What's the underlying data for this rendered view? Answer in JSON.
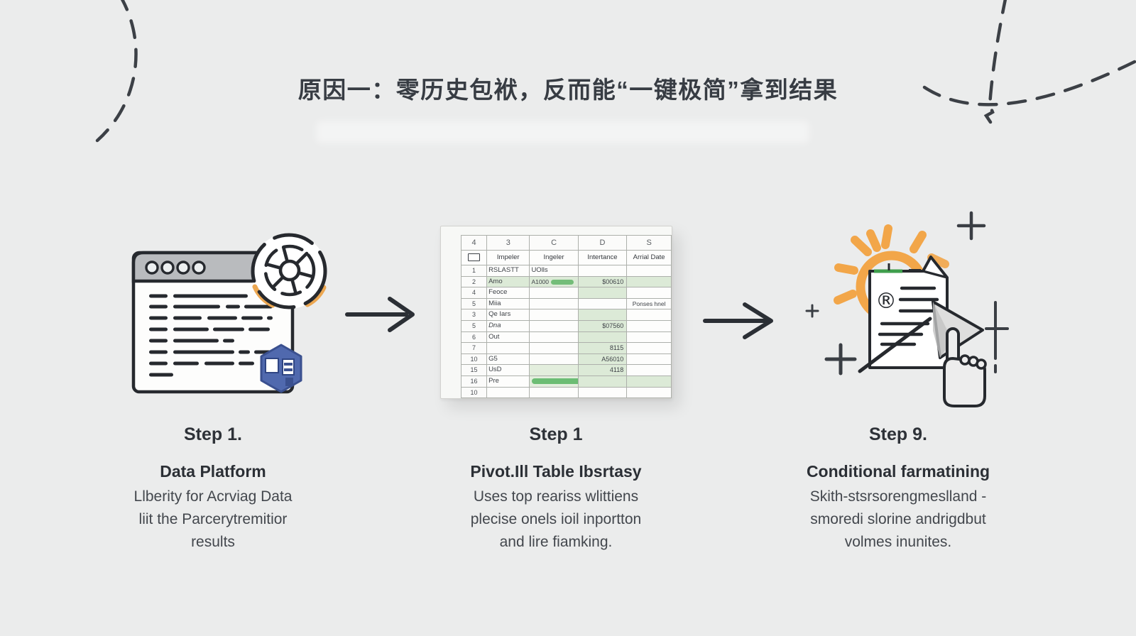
{
  "title": "原因一：零历史包袱，反而能“一键极简”拿到结果",
  "steps": [
    {
      "label": "Step 1.",
      "heading": "Data Platform",
      "lines": [
        "Llberity for Acrviag Data",
        "liit the Parcerytremitior",
        "results"
      ]
    },
    {
      "label": "Step 1",
      "heading": "Pivot.Ill Table Ibsrtasy",
      "lines": [
        "Uses top reariss wlittiens",
        "plecise onels ioil inportton",
        "and lire fiamking."
      ]
    },
    {
      "label": "Step 9.",
      "heading": "Conditional farmatining",
      "lines": [
        "Skith-stsrsorengmeslland -",
        "smoredi slorine andrigdbut",
        "volmes inunites."
      ]
    }
  ],
  "spreadsheet": {
    "col_letters": [
      "4",
      "3",
      "C",
      "D",
      "S"
    ],
    "headers": [
      "Impeler",
      "Ingeler",
      "Intertance",
      "Arrial Date"
    ],
    "rows": [
      {
        "n": "1",
        "a": "RSLASTT",
        "b": "UOlls",
        "c": "",
        "d": ""
      },
      {
        "n": "2",
        "a": "Amo",
        "b": "A1000",
        "c": "$00610",
        "d": "",
        "green_row": true,
        "pill": "small"
      },
      {
        "n": "4",
        "a": "Feoce",
        "b": "",
        "c": "",
        "d": "",
        "c_green": true
      },
      {
        "n": "5",
        "a": "Miia",
        "b": "",
        "c": "",
        "d": "Ponses hnel"
      },
      {
        "n": "3",
        "a": "Qe Iars",
        "b": "",
        "c": "",
        "d": "",
        "c_green": true
      },
      {
        "n": "5",
        "a": "Dna",
        "b": "",
        "c": "$07560",
        "d": "",
        "c_green": true,
        "a_italic": true
      },
      {
        "n": "6",
        "a": "Out",
        "b": "",
        "c": "",
        "d": "",
        "c_green": true
      },
      {
        "n": "7",
        "a": "",
        "b": "",
        "c": "8115",
        "d": "",
        "c_green": true
      },
      {
        "n": "10",
        "a": "G5",
        "b": "",
        "c": "A56010",
        "d": "",
        "c_green": true
      },
      {
        "n": "15",
        "a": "UsD",
        "b": "",
        "c": "4118",
        "d": "",
        "c_green": true,
        "b_green": true
      },
      {
        "n": "16",
        "a": "Pre",
        "b": "",
        "c": "",
        "d": "",
        "b_green": true,
        "c_green": true,
        "d_green": true,
        "pill": "long"
      },
      {
        "n": "10",
        "a": "",
        "b": "",
        "c": "",
        "d": ""
      }
    ]
  },
  "colors": {
    "background": "#ebecec",
    "ink": "#2a2e34",
    "accent_green": "#6fbd76",
    "row_green": "#dcead7",
    "sun_orange": "#f2a649",
    "badge_blue": "#5069ae"
  }
}
